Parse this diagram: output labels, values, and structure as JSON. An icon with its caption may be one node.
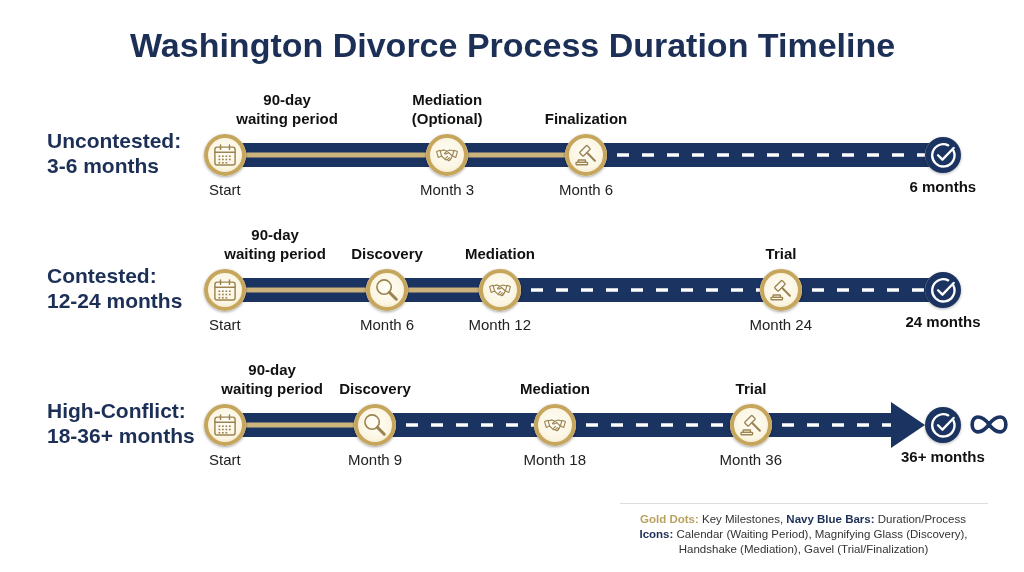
{
  "diagram": {
    "title": "Washington Divorce Process Duration Timeline",
    "nodes": [
      {
        "text": [
          "90-day waiting period"
        ],
        "beside": [
          "Start"
        ]
      },
      {
        "text": [
          "Mediation (Optional)"
        ],
        "beside": [
          "Month 3"
        ]
      },
      {
        "text": [
          "Finalization"
        ],
        "beside": [
          "Month 6"
        ]
      },
      {
        "text": [],
        "shape": "circle",
        "beside": [
          "6 months"
        ]
      },
      {
        "text": [
          "90-day waiting period"
        ],
        "beside": [
          "Start"
        ]
      },
      {
        "text": [
          "Discovery"
        ],
        "beside": [
          "Month 6"
        ]
      },
      {
        "text": [
          "Mediation"
        ],
        "beside": [
          "Month 12"
        ]
      },
      {
        "text": [
          "Trial"
        ],
        "beside": [
          "Month 24"
        ]
      },
      {
        "text": [],
        "shape": "circle",
        "beside": [
          "24 months"
        ]
      },
      {
        "text": [
          "90-day waiting period"
        ],
        "beside": [
          "Start"
        ]
      },
      {
        "text": [
          "Discovery"
        ],
        "beside": [
          "Month 9"
        ]
      },
      {
        "text": [
          "Mediation"
        ],
        "beside": [
          "Month 18"
        ]
      },
      {
        "text": [
          "Trial"
        ],
        "beside": [
          "Month 36"
        ]
      },
      {
        "text": [],
        "shape": "circle",
        "beside": [
          "36+ months"
        ]
      }
    ],
    "edges": [
      {
        "from": 0,
        "to": 1,
        "arrow": "none",
        "color": "#cdb47c"
      },
      {
        "from": 1,
        "to": 2,
        "arrow": "none",
        "color": "#cdb47c"
      },
      {
        "from": 2,
        "to": 3,
        "arrow": "none",
        "style": "dashed"
      },
      {
        "from": 4,
        "to": 5,
        "arrow": "none",
        "color": "#cdb47c"
      },
      {
        "from": 5,
        "to": 6,
        "arrow": "none",
        "color": "#cdb47c"
      },
      {
        "from": 6,
        "to": 7,
        "arrow": "none",
        "style": "dashed"
      },
      {
        "from": 7,
        "to": 8,
        "arrow": "none",
        "style": "dashed"
      },
      {
        "from": 9,
        "to": 10,
        "arrow": "none",
        "color": "#cdb47c"
      },
      {
        "from": 10,
        "to": 11,
        "arrow": "none",
        "style": "dashed"
      },
      {
        "from": 11,
        "to": 12,
        "arrow": "none",
        "style": "dashed"
      },
      {
        "from": 12,
        "to": 13,
        "arrow": "to",
        "style": "dashed"
      }
    ],
    "labels": [
      "Uncontested: 3-6 months",
      "Contested: 12-24 months",
      "High-Conflict: 18-36+ months"
    ],
    "legend": [
      {
        "text": "**Gold Dots:** Key Milestones, **Navy Blue Bars:** Duration/Process"
      },
      {
        "text": "**Icons:** Calendar (Waiting Period), Magnifying Glass (Discovery), Handshake (Mediation), Gavel (Trial/Finalization)"
      }
    ]
  }
}
